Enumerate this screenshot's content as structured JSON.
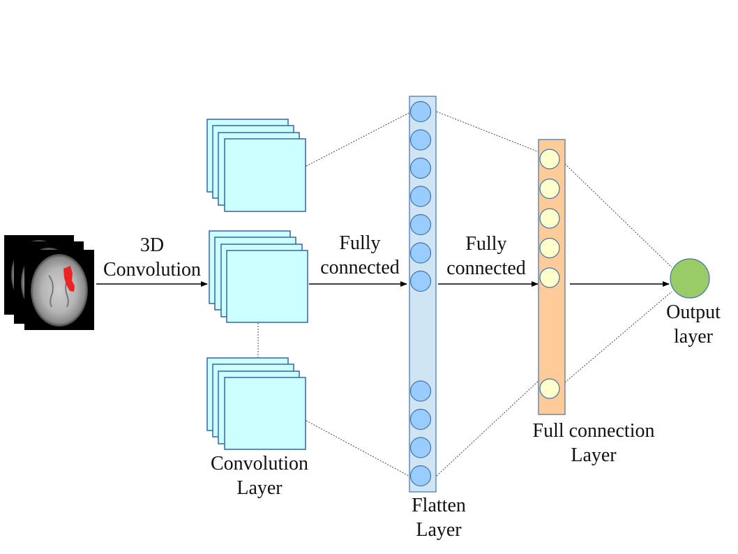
{
  "diagram": {
    "title": "3D CNN architecture",
    "colors": {
      "feature_map_fill": "#ccffff",
      "feature_map_stroke": "#3465a4",
      "flatten_fill": "#cfe5f3",
      "flatten_node": "#99ccff",
      "fc_fill": "#ffcc99",
      "fc_node": "#ffffcc",
      "output_node": "#99cc66",
      "node_stroke": "#4472a8",
      "lesion": "#ee2222"
    },
    "labels": {
      "conv_arrow": [
        "3D",
        "Convolution"
      ],
      "fc_arrow_1": [
        "Fully",
        "connected"
      ],
      "fc_arrow_2": [
        "Fully",
        "connected"
      ],
      "conv_layer": [
        "Convolution",
        "Layer"
      ],
      "flatten_layer": [
        "Flatten",
        "Layer"
      ],
      "fc_layer": [
        "Full connection",
        "Layer"
      ],
      "output_layer": [
        "Output",
        "layer"
      ]
    },
    "input": {
      "name": "MRI slices",
      "slice_count": 3
    },
    "conv_stacks": {
      "count": 3,
      "maps_per_stack": 4
    },
    "flatten_nodes": {
      "top_group": 7,
      "bottom_group": 4
    },
    "fc_nodes": {
      "top_group": 5,
      "bottom_group": 1
    },
    "output_nodes": 1
  }
}
